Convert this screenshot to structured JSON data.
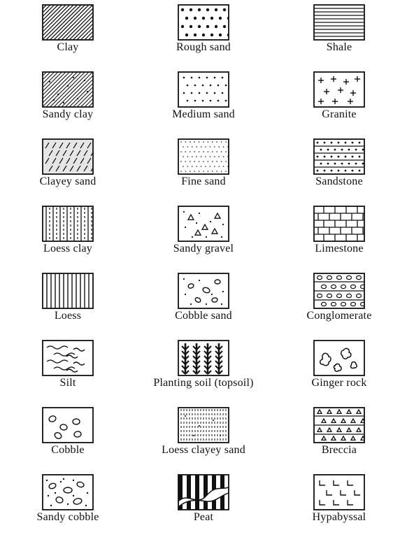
{
  "legend": {
    "rows": [
      [
        {
          "label": "Clay",
          "pattern": "clay-hatch-icon"
        },
        {
          "label": "Rough sand",
          "pattern": "rough-sand-dots-icon"
        },
        {
          "label": "Shale",
          "pattern": "shale-lines-icon"
        }
      ],
      [
        {
          "label": "Sandy clay",
          "pattern": "sandy-clay-hatch-icon"
        },
        {
          "label": "Medium sand",
          "pattern": "medium-sand-dots-icon"
        },
        {
          "label": "Granite",
          "pattern": "granite-crosses-icon"
        }
      ],
      [
        {
          "label": "Clayey sand",
          "pattern": "clayey-sand-dashes-icon"
        },
        {
          "label": "Fine sand",
          "pattern": "fine-sand-dots-icon"
        },
        {
          "label": "Sandstone",
          "pattern": "sandstone-dotted-layers-icon"
        }
      ],
      [
        {
          "label": "Loess clay",
          "pattern": "loess-clay-vertical-icon"
        },
        {
          "label": "Sandy gravel",
          "pattern": "sandy-gravel-triangles-icon"
        },
        {
          "label": "Limestone",
          "pattern": "limestone-bricks-icon"
        }
      ],
      [
        {
          "label": "Loess",
          "pattern": "loess-vertical-lines-icon"
        },
        {
          "label": "Cobble sand",
          "pattern": "cobble-sand-ovals-icon"
        },
        {
          "label": "Conglomerate",
          "pattern": "conglomerate-layers-icon"
        }
      ],
      [
        {
          "label": "Silt",
          "pattern": "silt-waves-icon"
        },
        {
          "label": "Planting soil (topsoil)",
          "pattern": "topsoil-plants-icon"
        },
        {
          "label": "Ginger rock",
          "pattern": "ginger-rock-blobs-icon"
        }
      ],
      [
        {
          "label": "Cobble",
          "pattern": "cobble-ovals-icon"
        },
        {
          "label": "Loess clayey sand",
          "pattern": "loess-clayey-sand-icon"
        },
        {
          "label": "Breccia",
          "pattern": "breccia-triangles-icon"
        }
      ],
      [
        {
          "label": "Sandy cobble",
          "pattern": "sandy-cobble-icon"
        },
        {
          "label": "Peat",
          "pattern": "peat-stripes-icon"
        },
        {
          "label": "Hypabyssal",
          "pattern": "hypabyssal-L-marks-icon"
        }
      ]
    ]
  },
  "colors": {
    "ink": "#111111",
    "paper": "#ffffff",
    "clayey_sand_fill": "#e6e6e6"
  }
}
